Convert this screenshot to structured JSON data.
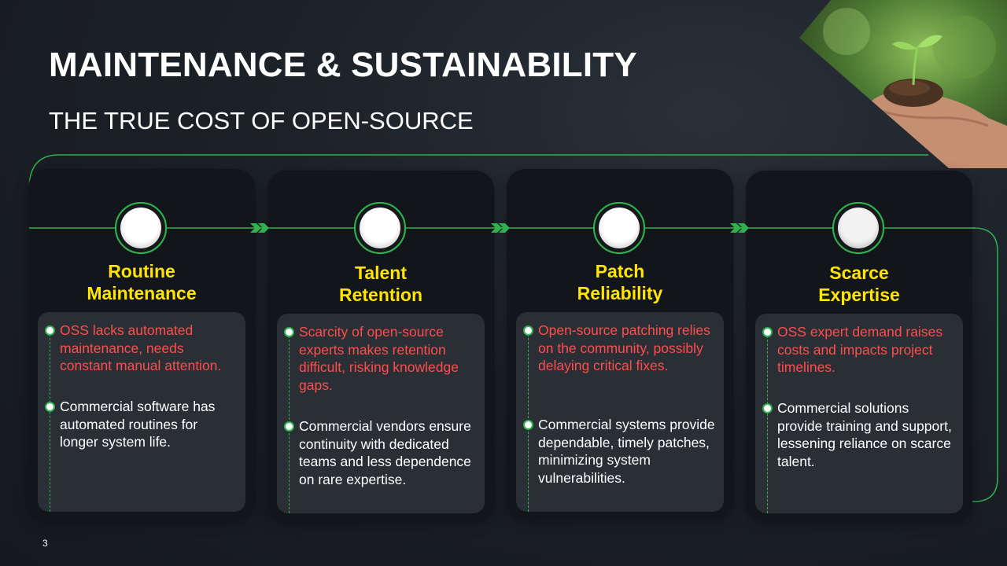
{
  "slide": {
    "title": "MAINTENANCE & SUSTAINABILITY",
    "subtitle": "THE TRUE COST OF OPEN-SOURCE",
    "page_number": "3"
  },
  "colors": {
    "accent_green": "#2fb24d",
    "title_yellow": "#ffe500",
    "oss_red": "#ff4d4d",
    "background": "#1c2128"
  },
  "icons": {
    "arrow": "double-chevron-right-icon",
    "photo": "seedling-in-hand-photo"
  },
  "cards": [
    {
      "title_line1": "Routine",
      "title_line2": "Maintenance",
      "oss": "OSS lacks automated maintenance, needs constant manual attention.",
      "commercial": "Commercial software has automated routines for longer system life."
    },
    {
      "title_line1": "Talent",
      "title_line2": "Retention",
      "oss": "Scarcity of open-source experts makes retention difficult, risking knowledge gaps.",
      "commercial": "Commercial vendors ensure continuity with dedicated teams and less dependence on rare expertise."
    },
    {
      "title_line1": "Patch",
      "title_line2": "Reliability",
      "oss": "Open-source patching relies on the community, possibly delaying critical fixes.",
      "commercial": "Commercial systems provide dependable, timely patches, minimizing system vulnerabilities."
    },
    {
      "title_line1": "Scarce",
      "title_line2": "Expertise",
      "oss": "OSS expert demand raises costs and impacts project timelines.",
      "commercial": "Commercial solutions provide training and support, lessening reliance on scarce talent."
    }
  ]
}
